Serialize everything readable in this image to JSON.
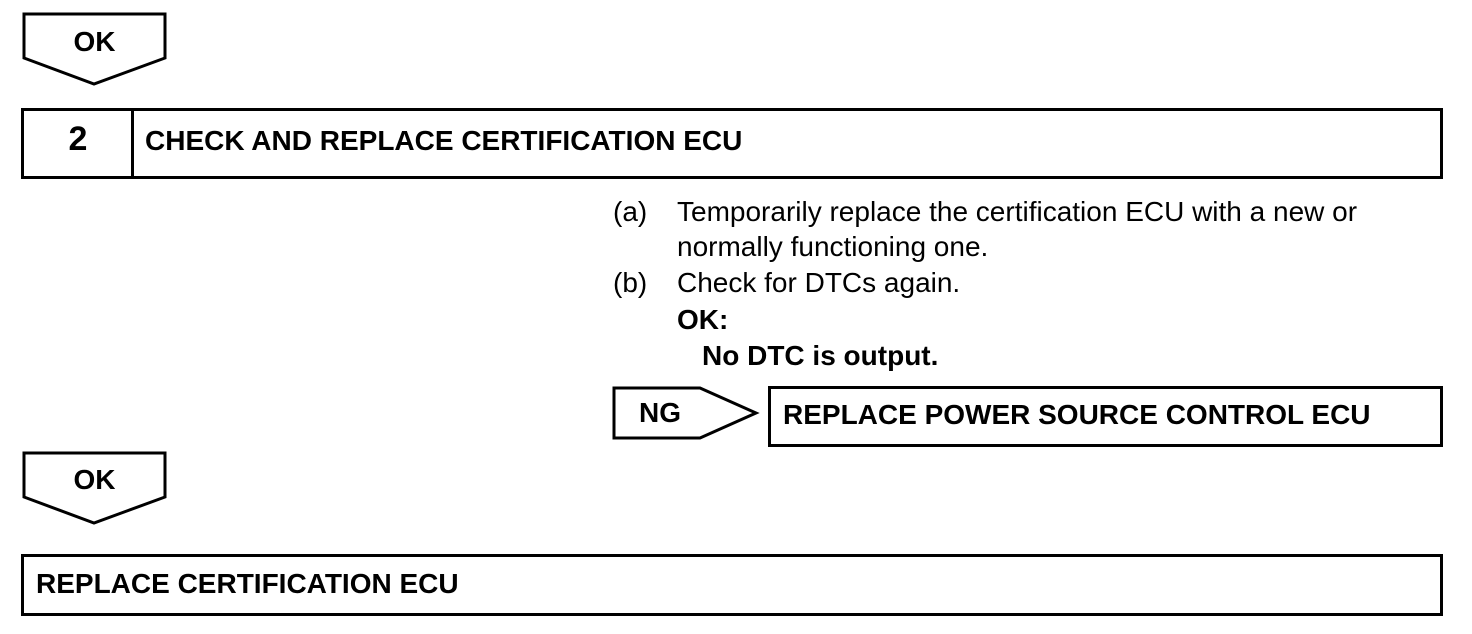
{
  "top_arrow": {
    "label": "OK"
  },
  "step2": {
    "number": "2",
    "title": "CHECK AND REPLACE CERTIFICATION ECU"
  },
  "instructions": [
    {
      "label": "(a)",
      "lines": [
        "Temporarily replace the certification ECU with a new or",
        "normally functioning one."
      ]
    },
    {
      "label": "(b)",
      "lines": [
        "Check for DTCs again."
      ]
    }
  ],
  "result": {
    "heading": "OK:",
    "text": "No DTC is output."
  },
  "ng_branch": {
    "label": "NG",
    "action": "REPLACE POWER SOURCE CONTROL ECU"
  },
  "bottom_arrow": {
    "label": "OK"
  },
  "final_action": {
    "text": "REPLACE CERTIFICATION ECU"
  }
}
